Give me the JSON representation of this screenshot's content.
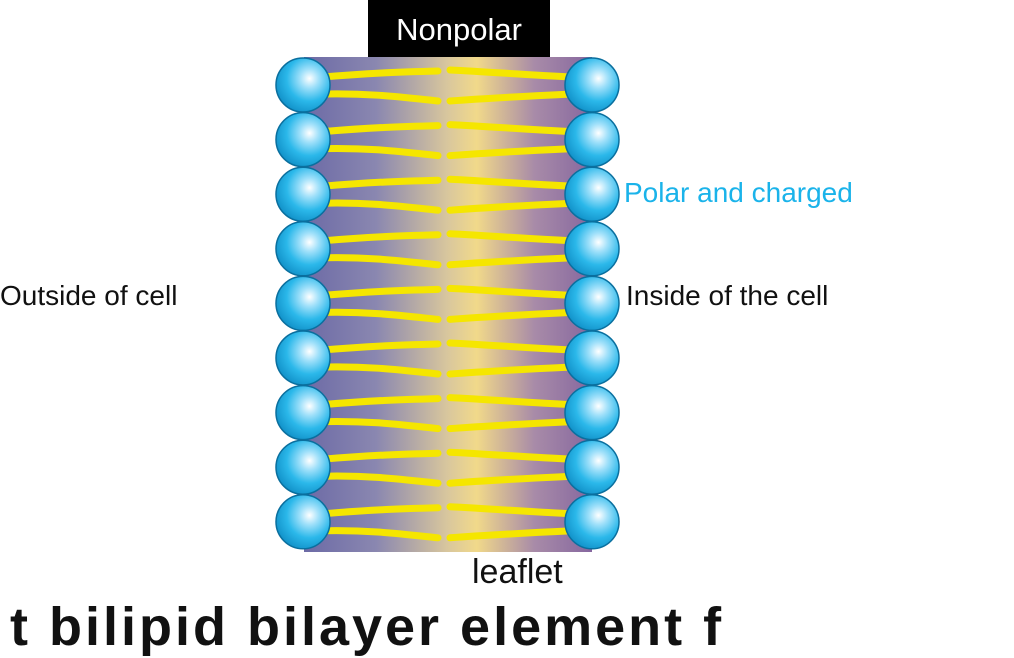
{
  "diagram": {
    "title": "Nonpolar",
    "labels": {
      "polar": "Polar and charged",
      "inside": "Inside of the cell",
      "outside": "Outside of cell",
      "leaflet": "leaflet"
    },
    "cut_off_text": "t bilipid bilayer element f",
    "structure": {
      "type": "phospholipid bilayer",
      "heads_per_side": 9,
      "head_color": "#2bb8ea",
      "tail_color": "#f5e600",
      "gradient_colors": [
        "#6c6aa6",
        "#d9c79d",
        "#f1d98a",
        "#86679f"
      ]
    }
  }
}
